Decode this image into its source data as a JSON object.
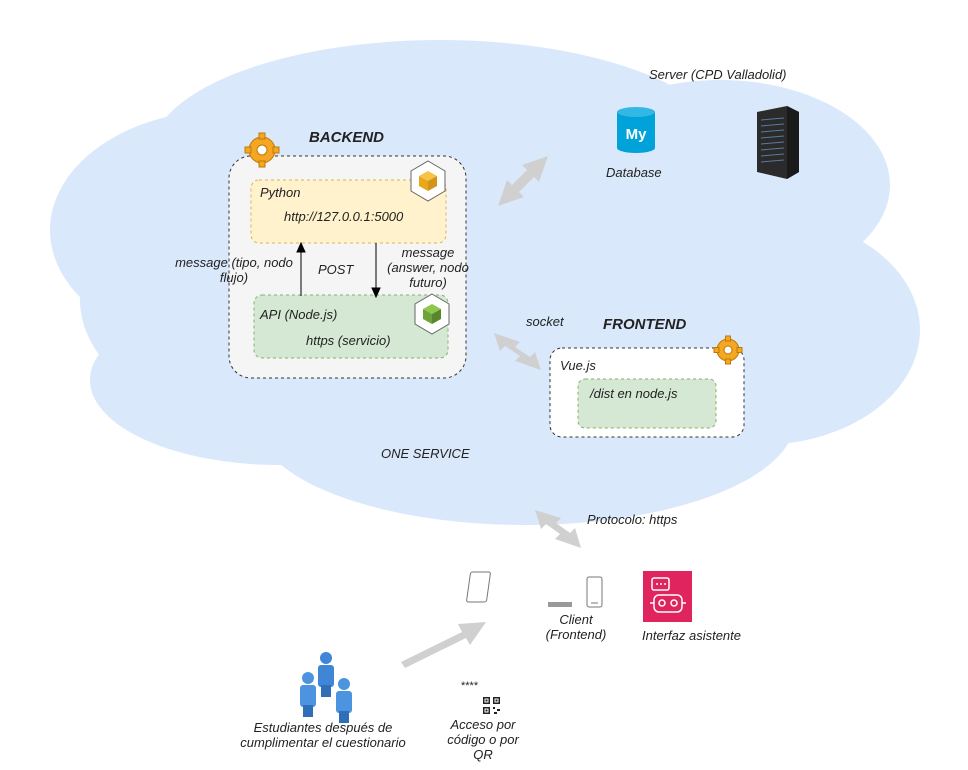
{
  "server_label": "Server (CPD Valladolid)",
  "database_label": "Database",
  "backend": {
    "title": "BACKEND",
    "python": {
      "title": "Python",
      "url": "http://127.0.0.1:5000"
    },
    "api": {
      "title": "API (Node.js)",
      "protocol": "https (servicio)"
    },
    "post_label": "POST",
    "msg_left": "message (tipo, nodo flujo)",
    "msg_right": "message (answer, nodo futuro)"
  },
  "socket_label": "socket",
  "frontend": {
    "title": "FRONTEND",
    "vue": "Vue.js",
    "dist": "/dist en node.js"
  },
  "one_service": "ONE SERVICE",
  "protocol_label": "Protocolo: https",
  "client_label": "Client (Frontend)",
  "interfaz_label": "Interfaz asistente",
  "students_label": "Estudiantes después de cumplimentar el cuestionario",
  "stars": "****",
  "acceso_label": "Acceso por código o por QR",
  "colors": {
    "cloud": "#dae8fc",
    "python_box": "#fff2cc",
    "api_box": "#d5e8d4",
    "mysql": "#00a3d9",
    "interfaz": "#e0245e"
  }
}
